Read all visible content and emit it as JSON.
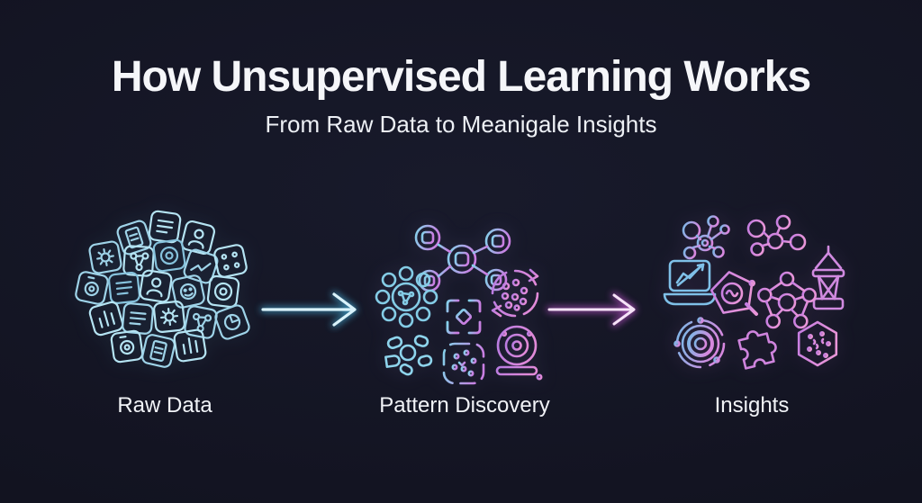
{
  "page": {
    "background_color": "#131422",
    "kind": "infographic"
  },
  "header": {
    "title": "How Unsupervised Learning Works",
    "subtitle": "From Raw Data to Meanigale Insights"
  },
  "flow": {
    "stages": [
      {
        "label": "Raw Data",
        "theme": "cyan",
        "accent": "#a9dcee",
        "icons": [
          "document-icon",
          "clipboard-icon",
          "user-icon",
          "gear-icon",
          "network-icon",
          "target-icon",
          "line-chart-icon",
          "grid-dots-icon",
          "camera-icon",
          "smiley-icon",
          "pie-chart-icon",
          "bar-chart-icon"
        ]
      },
      {
        "label": "Pattern Discovery",
        "theme": "cyan-to-purple",
        "accent_start": "#86d2ea",
        "accent_end": "#c97fe2",
        "icons": [
          "node-network-icon",
          "dot-cluster-icon",
          "cycle-arrows-icon",
          "corner-brackets-icon",
          "shape-group-icon",
          "scatter-frame-icon",
          "lens-ball-icon"
        ]
      },
      {
        "label": "Insights",
        "theme": "purple",
        "accent_start": "#7ab8e6",
        "accent_end": "#d688de",
        "icons": [
          "molecule-icon",
          "atom-network-icon",
          "laptop-chart-icon",
          "tower-icon",
          "magnifier-pentagon-icon",
          "pentagon-network-icon",
          "orbit-icon",
          "puzzle-icon",
          "hexagon-pattern-icon"
        ]
      }
    ],
    "arrows": [
      {
        "name": "raw-to-pattern",
        "color": "#d9f3fb",
        "glow": "#3f9fc6"
      },
      {
        "name": "pattern-to-insights",
        "color": "#f6e3f8",
        "glow": "#b24fc0"
      }
    ]
  }
}
